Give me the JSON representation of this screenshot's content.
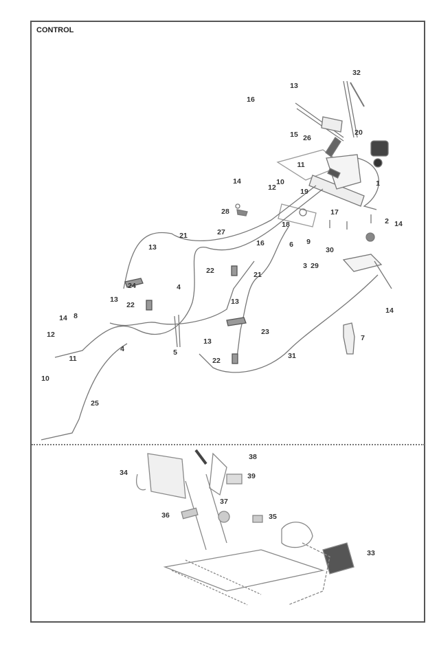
{
  "title": "CONTROL",
  "callouts": [
    "32",
    "13",
    "16",
    "15",
    "26",
    "20",
    "11",
    "1",
    "10",
    "14",
    "12",
    "19",
    "28",
    "17",
    "18",
    "2",
    "14",
    "16",
    "6",
    "9",
    "30",
    "3",
    "29",
    "13",
    "21",
    "27",
    "24",
    "22",
    "21",
    "4",
    "22",
    "13",
    "13",
    "14",
    "14",
    "8",
    "4",
    "23",
    "13",
    "7",
    "12",
    "5",
    "11",
    "22",
    "31",
    "10",
    "25",
    "38",
    "34",
    "39",
    "37",
    "36",
    "35",
    "33"
  ]
}
